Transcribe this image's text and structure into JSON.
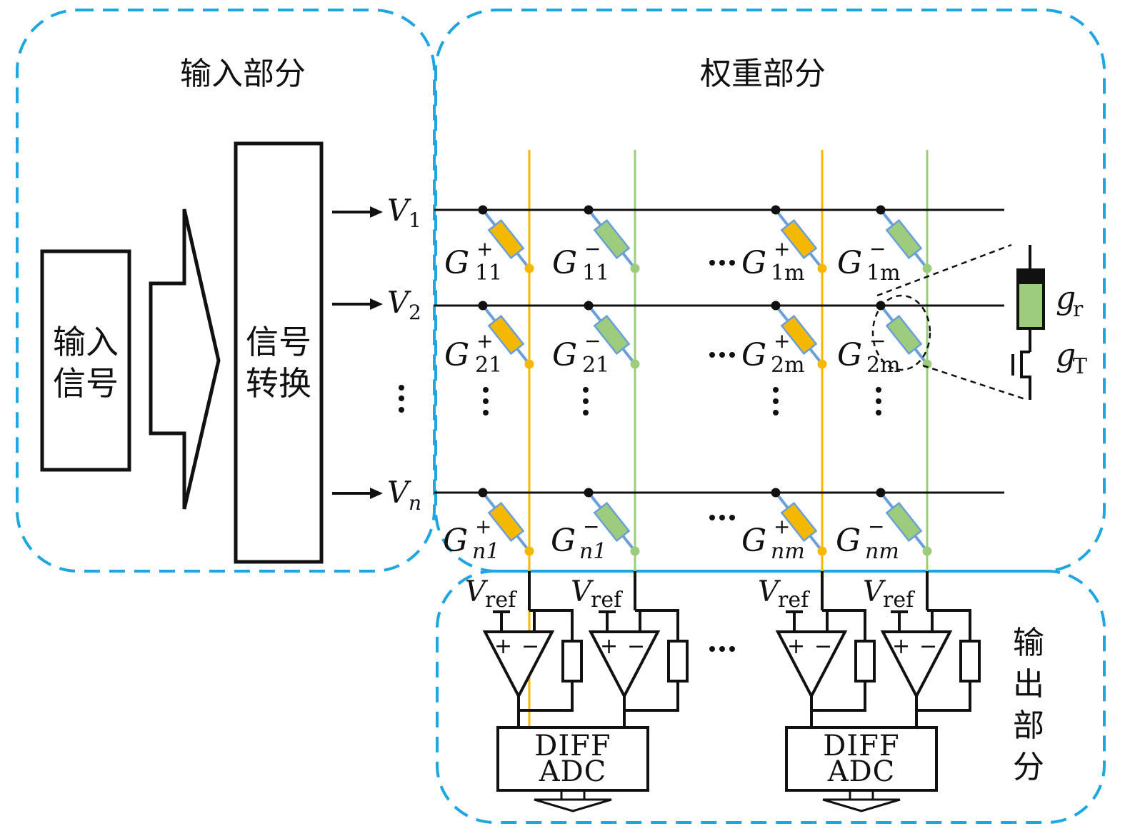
{
  "sections": {
    "input_title": "输入部分",
    "weight_title": "权重部分",
    "output_title_chars": [
      "输",
      "出",
      "部",
      "分"
    ]
  },
  "blocks": {
    "input_signal": [
      "输入",
      "信号"
    ],
    "signal_convert": [
      "信号",
      "转换"
    ]
  },
  "voltages": [
    {
      "main": "V",
      "sub": "1"
    },
    {
      "main": "V",
      "sub": "2"
    },
    {
      "main": "V",
      "sub": "n"
    }
  ],
  "conductances": {
    "row1": [
      {
        "main": "G",
        "sup": "+",
        "sub": "11"
      },
      {
        "main": "G",
        "sup": "−",
        "sub": "11"
      },
      {
        "main": "G",
        "sup": "+",
        "sub": "1m"
      },
      {
        "main": "G",
        "sup": "−",
        "sub": "1m"
      }
    ],
    "row2": [
      {
        "main": "G",
        "sup": "+",
        "sub": "21"
      },
      {
        "main": "G",
        "sup": "−",
        "sub": "21"
      },
      {
        "main": "G",
        "sup": "+",
        "sub": "2m"
      },
      {
        "main": "G",
        "sup": "−",
        "sub": "2m"
      }
    ],
    "rown": [
      {
        "main": "G",
        "sup": "+",
        "sub": "n1"
      },
      {
        "main": "G",
        "sup": "−",
        "sub": "n1"
      },
      {
        "main": "G",
        "sup": "+",
        "sub": "nm"
      },
      {
        "main": "G",
        "sup": "−",
        "sub": "nm"
      }
    ]
  },
  "device_detail": {
    "g_r": {
      "main": "g",
      "sub": "r"
    },
    "g_t": {
      "main": "g",
      "sub": "T"
    }
  },
  "output": {
    "vref_main": "V",
    "vref_sub": "ref",
    "amp_plus": "+",
    "amp_minus": "−",
    "adc_line1": "DIFF",
    "adc_line2": "ADC"
  },
  "ellipsis": "···",
  "colors": {
    "dashed_border": "#1ea6e0",
    "positive_column": "#f5b800",
    "negative_column": "#9ccc7c",
    "memristor_lead": "#6a9fd8",
    "wire": "#111111"
  }
}
